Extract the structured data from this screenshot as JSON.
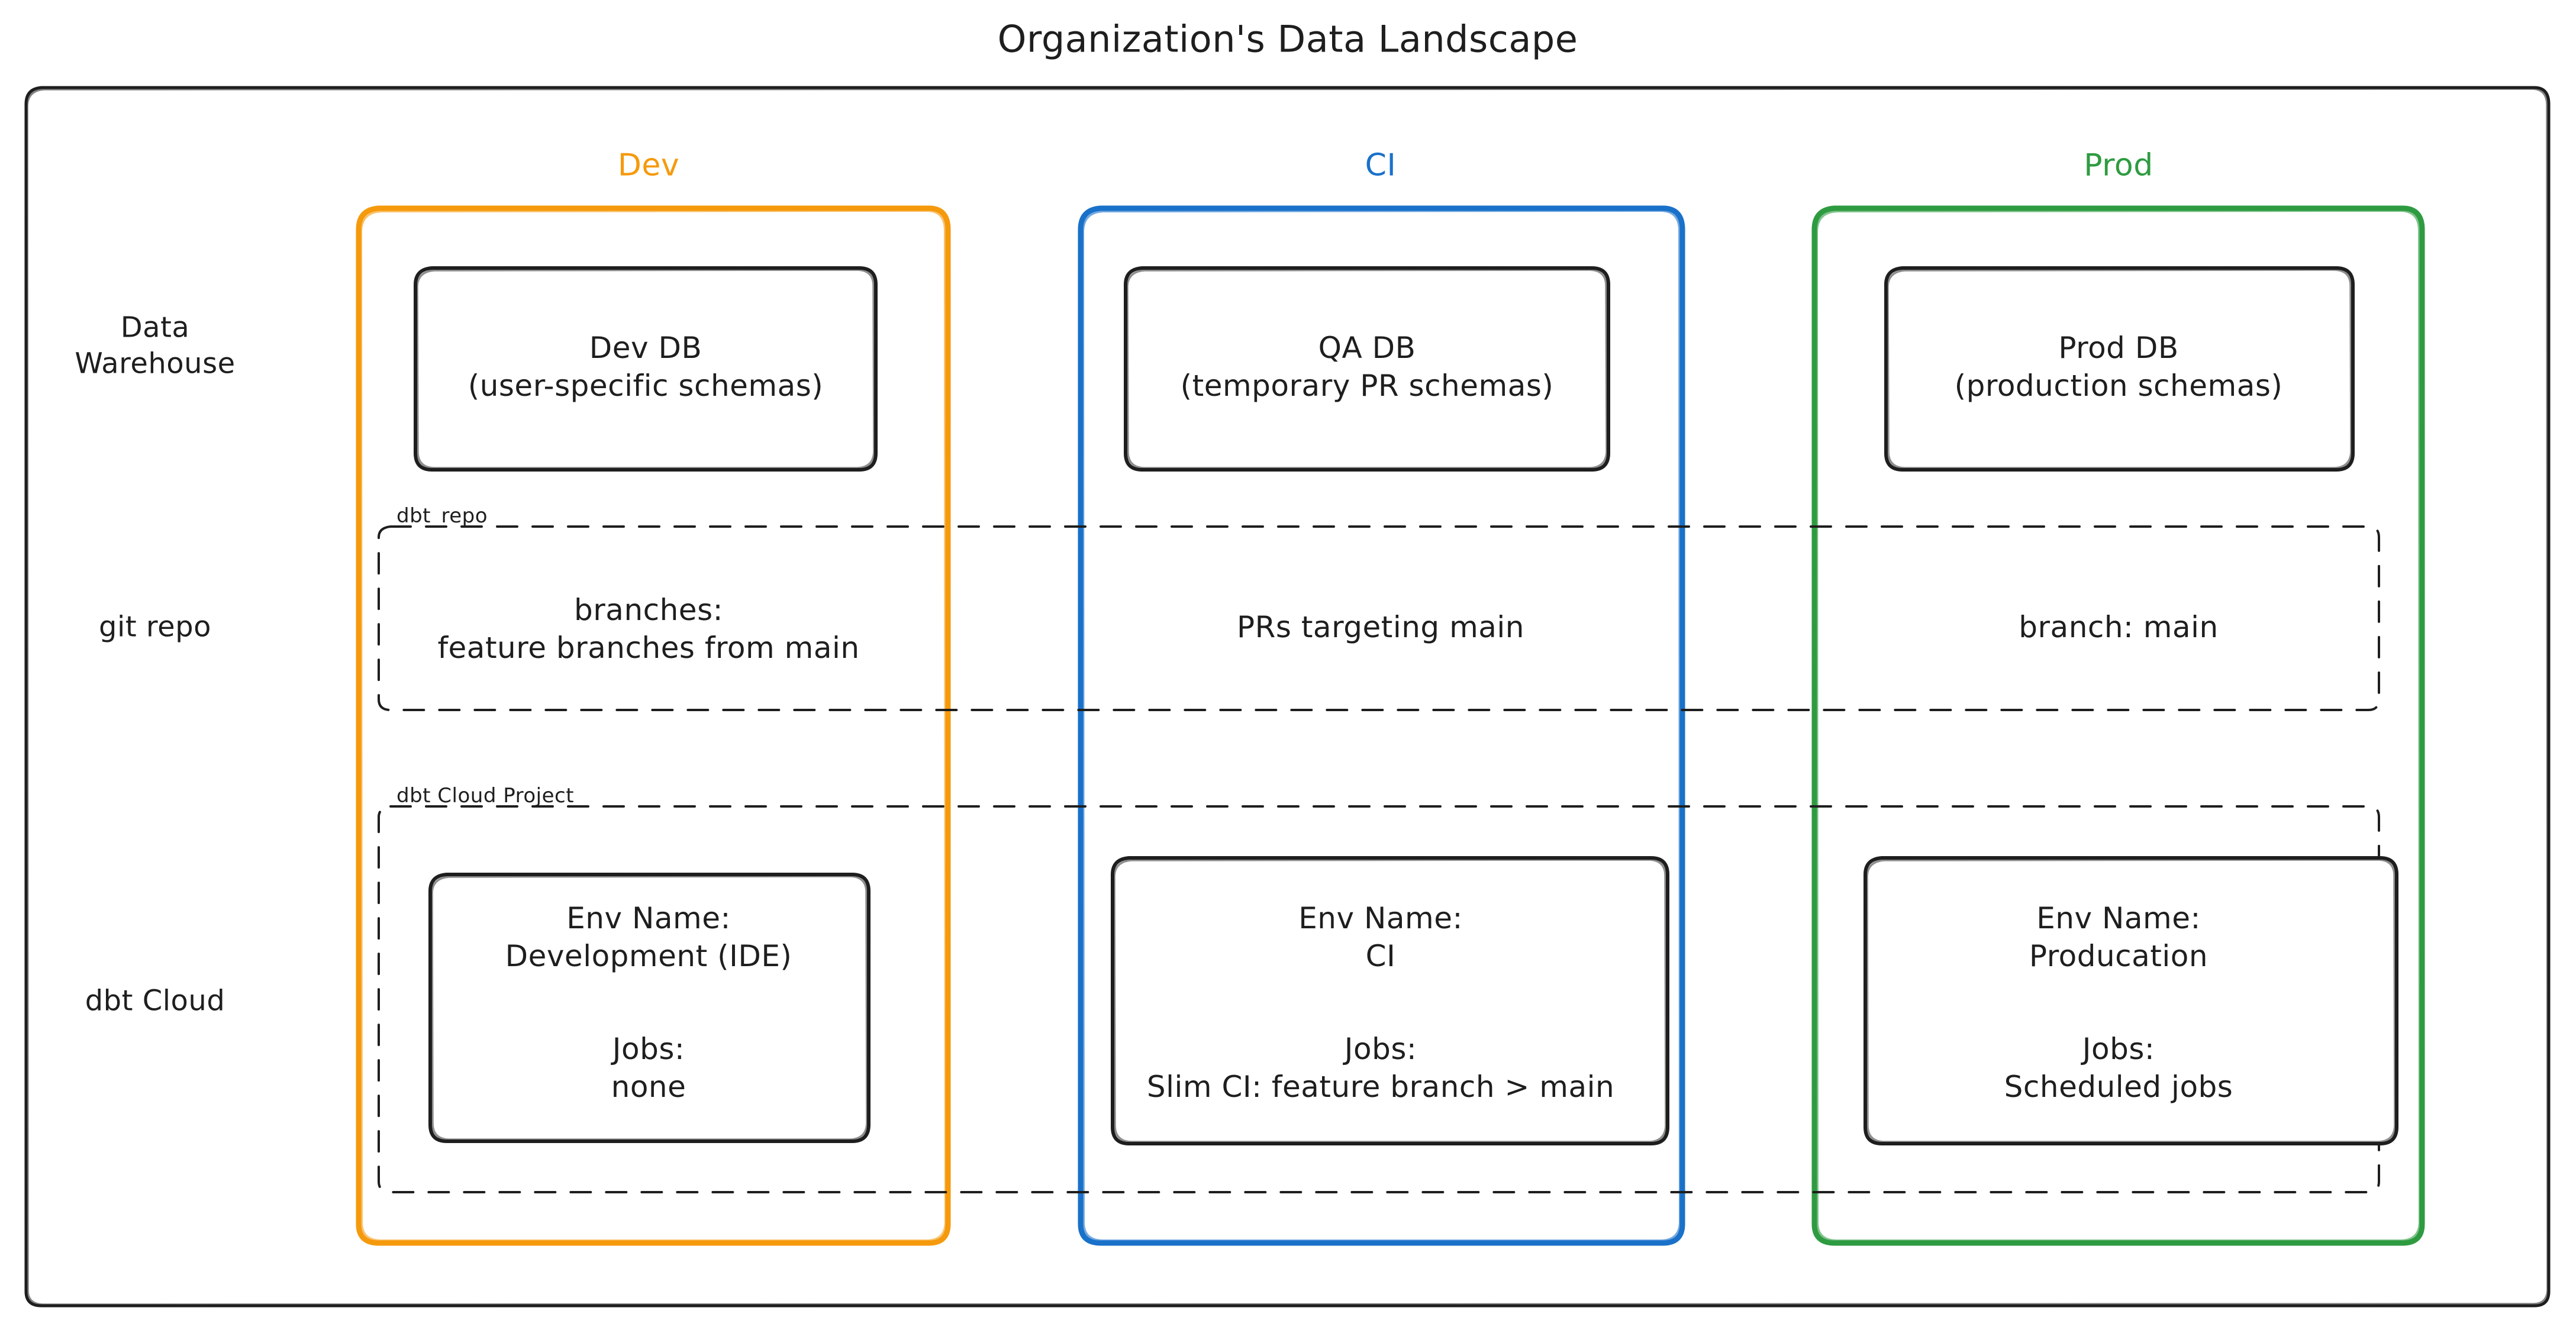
{
  "diagram": {
    "title": "Organization's Data Landscape",
    "type": "architecture-diagram",
    "colors": {
      "dev": "#f59a0c",
      "ci": "#1a71c9",
      "prod": "#2e9b41",
      "stroke": "#1e1e1e",
      "background": "#ffffff"
    },
    "outer_frame": {
      "label": ""
    },
    "columns": [
      {
        "key": "dev",
        "label": "Dev",
        "color": "#f59a0c"
      },
      {
        "key": "ci",
        "label": "CI",
        "color": "#1a71c9"
      },
      {
        "key": "prod",
        "label": "Prod",
        "color": "#2e9b41"
      }
    ],
    "rows": [
      {
        "key": "data-warehouse",
        "label_line1": "Data",
        "label_line2": "Warehouse"
      },
      {
        "key": "git-repo",
        "label_line1": "git repo",
        "label_line2": ""
      },
      {
        "key": "dbt-cloud",
        "label_line1": "dbt Cloud",
        "label_line2": ""
      }
    ],
    "groups": [
      {
        "key": "dbt-repo",
        "label": "dbt_repo"
      },
      {
        "key": "dbt-cloud-project",
        "label": "dbt Cloud Project"
      }
    ],
    "cells": {
      "warehouse": {
        "dev": {
          "line1": "Dev DB",
          "line2": "(user-specific schemas)"
        },
        "ci": {
          "line1": "QA DB",
          "line2": "(temporary PR schemas)"
        },
        "prod": {
          "line1": "Prod DB",
          "line2": "(production schemas)"
        }
      },
      "git": {
        "dev": {
          "line1": "branches:",
          "line2": "feature branches from main"
        },
        "ci": {
          "line1": "PRs targeting main",
          "line2": ""
        },
        "prod": {
          "line1": "branch: main",
          "line2": ""
        }
      },
      "dbtcloud": {
        "dev": {
          "env_label": "Env Name:",
          "env_value": "Development (IDE)",
          "jobs_label": "Jobs:",
          "jobs_value": "none"
        },
        "ci": {
          "env_label": "Env Name:",
          "env_value": "CI",
          "jobs_label": "Jobs:",
          "jobs_value": "Slim CI: feature branch > main"
        },
        "prod": {
          "env_label": "Env Name:",
          "env_value": "Producation",
          "jobs_label": "Jobs:",
          "jobs_value": "Scheduled jobs"
        }
      }
    }
  }
}
